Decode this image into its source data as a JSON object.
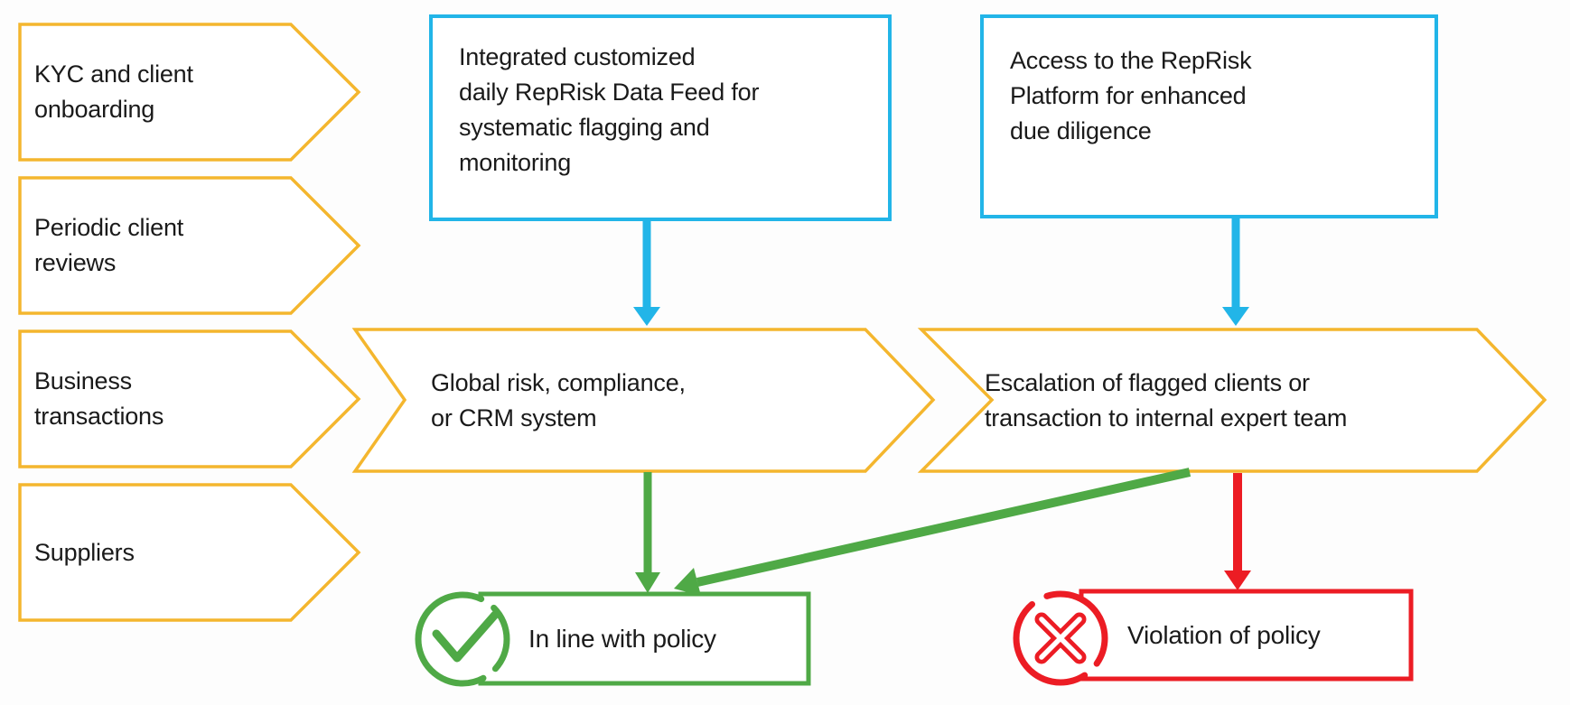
{
  "colors": {
    "yellow": "#F4B62E",
    "cyan": "#22B5E8",
    "green": "#4FA946",
    "red": "#EC1C24",
    "text": "#1A1A1A",
    "shape_fill": "#FFFFFF"
  },
  "flow": {
    "inputs": [
      {
        "id": "kyc",
        "label": "KYC and client onboarding",
        "lines": [
          "KYC and client",
          "onboarding"
        ]
      },
      {
        "id": "periodic-reviews",
        "label": "Periodic client reviews",
        "lines": [
          "Periodic client",
          "reviews"
        ]
      },
      {
        "id": "business-transactions",
        "label": "Business transactions",
        "lines": [
          "Business",
          "transactions"
        ]
      },
      {
        "id": "suppliers",
        "label": "Suppliers",
        "lines": [
          "Suppliers"
        ]
      }
    ],
    "solutions": [
      {
        "id": "data-feed",
        "label": "Integrated customized daily RepRisk Data Feed for systematic flagging and monitoring",
        "lines": [
          "Integrated customized",
          "daily RepRisk Data Feed for",
          "systematic flagging and",
          "monitoring"
        ]
      },
      {
        "id": "platform",
        "label": "Access to the RepRisk Platform for enhanced due diligence",
        "lines": [
          "Access to the RepRisk",
          "Platform for enhanced",
          "due diligence"
        ]
      }
    ],
    "systems": [
      {
        "id": "crm-system",
        "label": "Global risk, compliance, or CRM system",
        "lines": [
          "Global risk, compliance,",
          "or CRM system"
        ]
      },
      {
        "id": "escalation",
        "label": "Escalation of flagged clients or transaction to internal expert team",
        "lines": [
          "Escalation of flagged clients or",
          "transaction to internal expert team"
        ]
      }
    ],
    "outcomes": [
      {
        "id": "in-line",
        "label": "In line with policy",
        "icon": "check-circle-icon",
        "color": "#4FA946"
      },
      {
        "id": "violation",
        "label": "Violation of policy",
        "icon": "x-circle-icon",
        "color": "#EC1C24"
      }
    ]
  }
}
